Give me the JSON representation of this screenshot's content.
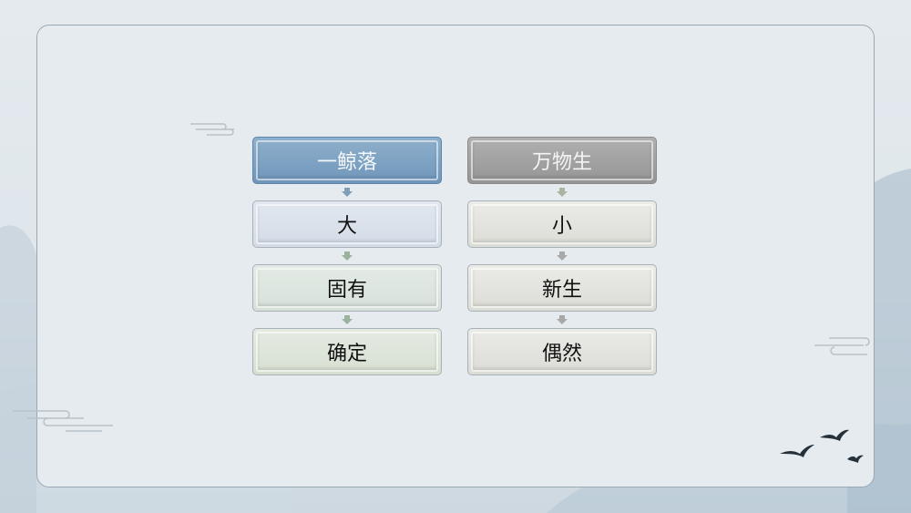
{
  "left_column": {
    "header": "一鲸落",
    "items": [
      "大",
      "固有",
      "确定"
    ]
  },
  "right_column": {
    "header": "万物生",
    "items": [
      "小",
      "新生",
      "偶然"
    ]
  },
  "colors": {
    "left_header": "#7fa3c4",
    "right_header": "#a4a4a4",
    "frame_border": "#9aa8b4",
    "arrow_left": "#7f9fb9",
    "arrow_green": "#9bb39c"
  }
}
